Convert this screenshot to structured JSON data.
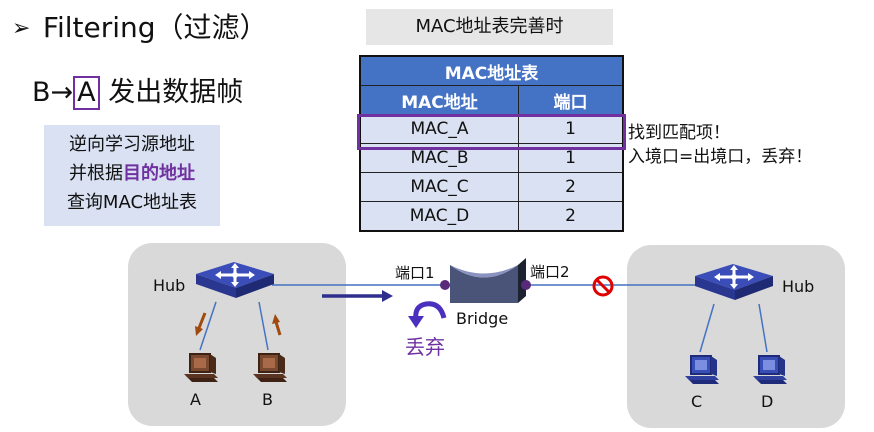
{
  "heading": {
    "bullet": "➢",
    "text": "Filtering（过滤）"
  },
  "subhead": {
    "src": "B",
    "arrow": "→",
    "dst": "A",
    "text": " 发出数据帧"
  },
  "note": {
    "line1": "逆向学习源地址",
    "line2_prefix": "并根据",
    "line2_highlight": "目的地址",
    "line3": "查询MAC地址表"
  },
  "table": {
    "caption": "MAC地址表完善时",
    "title": "MAC地址表",
    "headers": [
      "MAC地址",
      "端口"
    ],
    "rows": [
      {
        "mac": "MAC_A",
        "port": "1"
      },
      {
        "mac": "MAC_B",
        "port": "1"
      },
      {
        "mac": "MAC_C",
        "port": "2"
      },
      {
        "mac": "MAC_D",
        "port": "2"
      }
    ],
    "highlighted_row": 0
  },
  "match_note": {
    "line1": "找到匹配项！",
    "line2": "入境口=出境口，丢弃！"
  },
  "diagram": {
    "left_hub_label": "Hub",
    "right_hub_label": "Hub",
    "hosts": [
      "A",
      "B",
      "C",
      "D"
    ],
    "bridge_label": "Bridge",
    "port1_label": "端口1",
    "port2_label": "端口2",
    "drop_label": "丢弃"
  },
  "colors": {
    "accent_purple": "#7030a0",
    "table_header": "#4472c4",
    "table_cell": "#d9e1f2",
    "segment_bg": "#d9d9d9",
    "hub_blue": "#2e3c9a",
    "host_brown": "#6b3e26",
    "host_blue": "#3a4fb5",
    "block_red": "#e00000"
  }
}
